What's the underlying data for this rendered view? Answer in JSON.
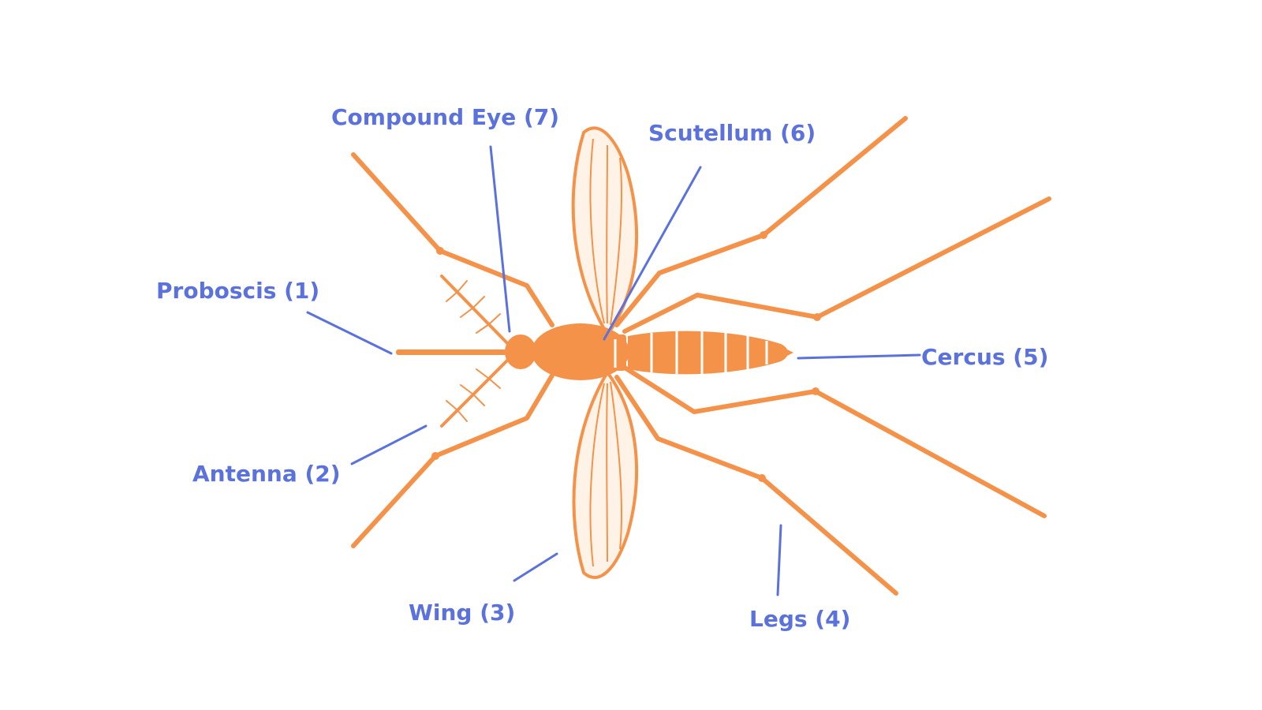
{
  "accent_color": "#f5924a",
  "label_color": "#5b72dd",
  "labels": {
    "proboscis": "Proboscis (1)",
    "antenna": "Antenna (2)",
    "wing": "Wing (3)",
    "legs": "Legs (4)",
    "cercus": "Cercus (5)",
    "scutellum": "Scutellum (6)",
    "compound_eye": "Compound Eye (7)"
  }
}
